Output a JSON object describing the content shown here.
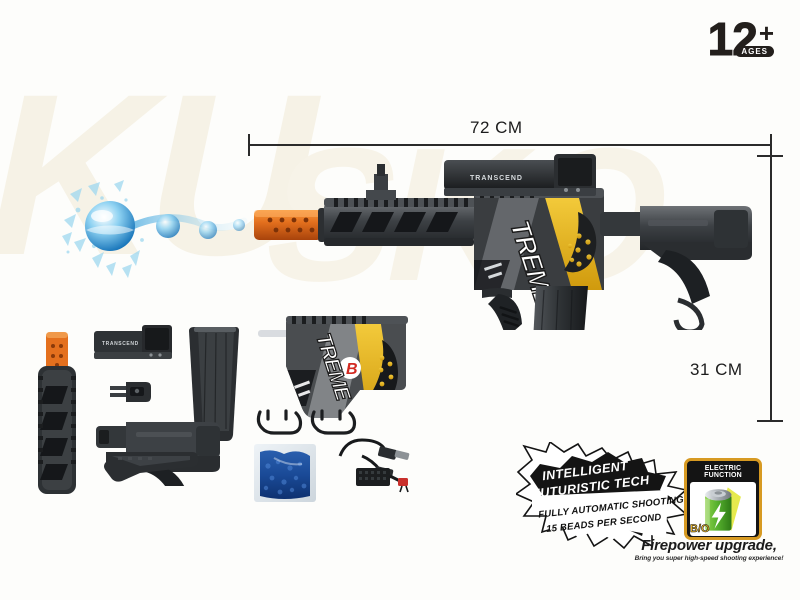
{
  "background_color": "#fdfdfb",
  "watermark": {
    "text_left": "KU",
    "text_right": "SKO",
    "color": "#f6f2e6"
  },
  "age_badge": {
    "number": "12",
    "plus": "+",
    "label": "AGES",
    "color": "#231f1c"
  },
  "dimensions": {
    "width_label": "72 CM",
    "height_label": "31 CM",
    "line_color": "#2b2b2b"
  },
  "product": {
    "brand_on_optic": "TRANSCEND",
    "graffiti_text": "TREME",
    "body_accent_color": "#e9b419",
    "muzzle_color": "#e4701e",
    "logo_letter": "B"
  },
  "effects": {
    "splash_name": "water-gel-bead-splash",
    "bead_color": "#1f7fc4"
  },
  "accessories": [
    {
      "name": "handguard-with-muzzle",
      "label": "Handguard with orange muzzle brake"
    },
    {
      "name": "holographic-optic",
      "label": "Holographic sight"
    },
    {
      "name": "rail-mount",
      "label": "Rail mount adapter"
    },
    {
      "name": "magazine",
      "label": "Magazine"
    },
    {
      "name": "adjustable-stock",
      "label": "Adjustable stock"
    },
    {
      "name": "angled-foregrip",
      "label": "Angled foregrip"
    },
    {
      "name": "clip-pair-left",
      "label": "Metal clip"
    },
    {
      "name": "clip-pair-right",
      "label": "Metal clip"
    },
    {
      "name": "gel-bead-bag",
      "label": "Bag of blue gel beads"
    },
    {
      "name": "usb-charger",
      "label": "USB charger cable"
    },
    {
      "name": "battery-pack",
      "label": "Rechargeable battery pack"
    }
  ],
  "feature_burst": {
    "line1": "INTELLIGENT",
    "line2": "FUTURISTIC TECH",
    "line3": "FULLY AUTOMATIC SHOOTING",
    "line4": "15 BEADS PER SECOND",
    "fill_color": "#111111"
  },
  "electric_badge": {
    "title": "ELECTRIC FUNCTION",
    "power_label": "B/O",
    "border_color": "#d79a22",
    "battery_color": "#57b22e"
  },
  "tagline": {
    "line1": "Firepower upgrade,",
    "line2": "Bring you super high-speed shooting experience!"
  }
}
